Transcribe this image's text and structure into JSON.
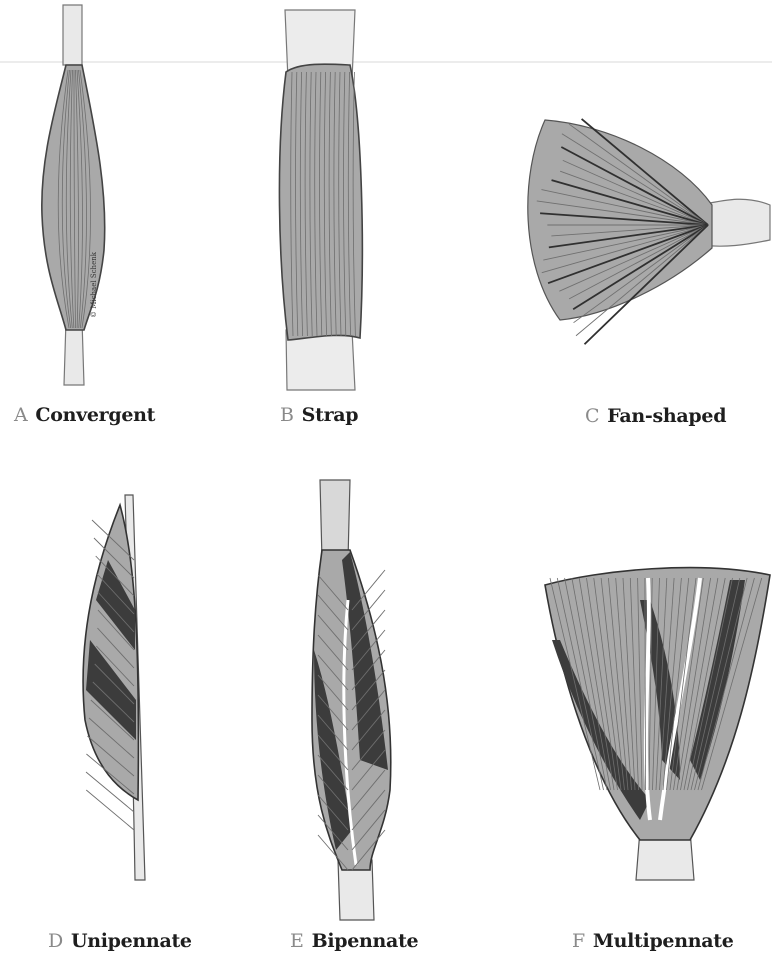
{
  "panels": [
    {
      "id": "a",
      "letter": "A",
      "label": "Convergent"
    },
    {
      "id": "b",
      "letter": "B",
      "label": "Strap"
    },
    {
      "id": "c",
      "letter": "C",
      "label": "Fan-shaped"
    },
    {
      "id": "d",
      "letter": "D",
      "label": "Unipennate"
    },
    {
      "id": "e",
      "letter": "E",
      "label": "Bipennate"
    },
    {
      "id": "f",
      "letter": "F",
      "label": "Multipennate"
    }
  ],
  "signature": "© Michael Schenk",
  "colors": {
    "muscle_light": "#a9a9a9",
    "muscle_dark": "#3c3c3c",
    "fiber_line": "#6e6e6e",
    "tendon": "#e6e6e6",
    "outline": "#4a4a4a"
  }
}
